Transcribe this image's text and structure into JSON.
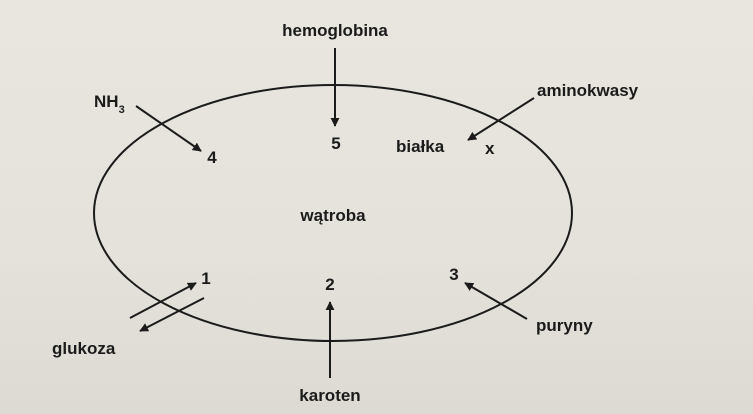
{
  "diagram": {
    "organ": "wątroba",
    "inputs": {
      "hemoglobin": "hemoglobina",
      "amino_acids": "aminokwasy",
      "proteins": "białka",
      "x_marker": "x",
      "ammonia_base": "NH",
      "ammonia_subscript": "3",
      "glucose": "glukoza",
      "carotene": "karoten",
      "purines": "puryny"
    },
    "numbers": {
      "n1": "1",
      "n2": "2",
      "n3": "3",
      "n4": "4",
      "n5": "5"
    },
    "colors": {
      "ink": "#1b1b1b",
      "paper": "#e6e4dc"
    }
  }
}
